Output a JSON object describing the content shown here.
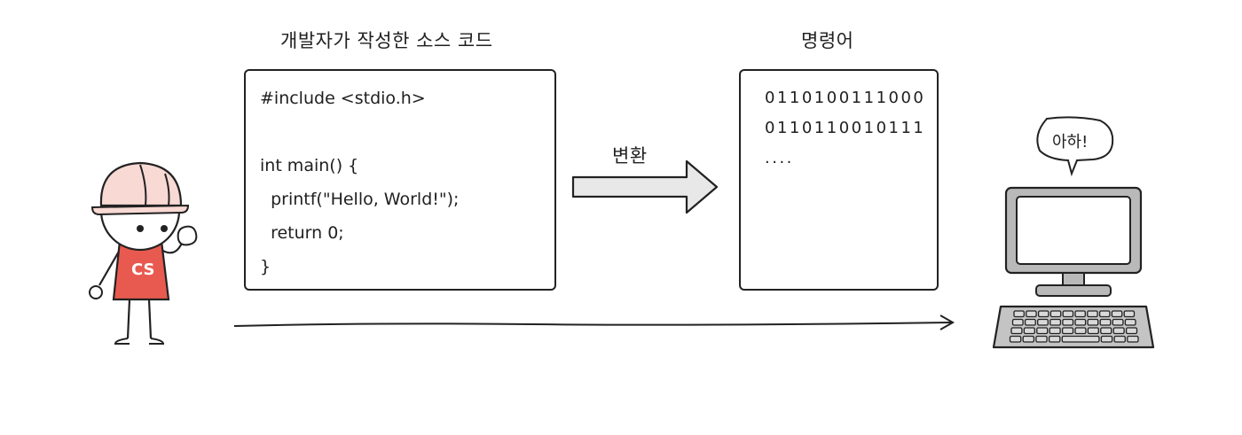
{
  "source_title": "개발자가 작성한 소스 코드",
  "source_code": [
    "#include <stdio.h>",
    "",
    "int main() {",
    "  printf(\"Hello, World!\");",
    "  return 0;",
    "}"
  ],
  "convert_label": "변환",
  "instruction_title": "명령어",
  "instruction_lines": [
    "0110100111000",
    "0110110010111",
    "...."
  ],
  "developer_badge": "CS",
  "speech_bubble": "아하!",
  "colors": {
    "shirt": "#e85a4f",
    "helmet": "#f8d9d4",
    "arrow_fill": "#e8e8e8",
    "keyboard": "#c4c4c4",
    "monitor_frame": "#b9b9b9"
  }
}
